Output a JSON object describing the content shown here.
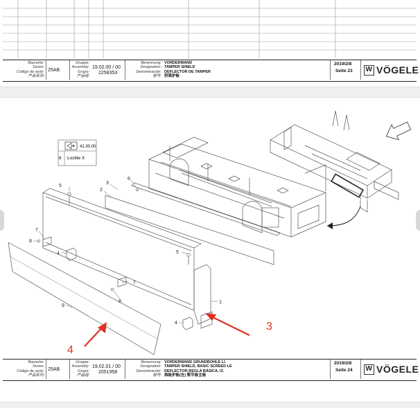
{
  "title_block_top": {
    "labels_left": [
      "Baureihe:",
      "Series:",
      "Código de serie:",
      "产品系列:"
    ],
    "series_value": "25AB",
    "labels_group": [
      "Gruppe:",
      "Assembly:",
      "Grupo:",
      "产品组:"
    ],
    "assembly_value": "19.02.00 / 00",
    "group_value": "2258353",
    "labels_name": [
      "Benennung:",
      "Designation:",
      "Denominación:",
      "部号:"
    ],
    "name_lines": [
      "VORDERWAND",
      "TAMPER SHIELD",
      "DEFLECTOR DE TAMPER",
      "挤梁护板"
    ],
    "date": "2019/2/8",
    "page": "Seite 23",
    "logo_text": "VÖGELE",
    "logo_mark": "W"
  },
  "drawing": {
    "callout_ref": "41.30.00",
    "note_number": "6",
    "note_text": "Loctite X",
    "part_numbers": [
      "1",
      "2",
      "3",
      "4",
      "4",
      "5",
      "5",
      "6",
      "7",
      "7",
      "8",
      "8",
      "9"
    ],
    "annotations": [
      "3",
      "4"
    ]
  },
  "title_block_bottom": {
    "labels_left": [
      "Baureihe:",
      "Series:",
      "Código de serie:",
      "产品系列:"
    ],
    "series_value": "25AB",
    "labels_group": [
      "Gruppe:",
      "Assembly:",
      "Grupo:",
      "产品组:"
    ],
    "assembly_value": "19.02.01 / 00",
    "group_value": "2051958",
    "labels_name": [
      "Benennung:",
      "Designation:",
      "Denominación:",
      "部号:"
    ],
    "name_lines": [
      "VORDERWAND GRUNDBOHLE LI.",
      "TAMPER SHIELD, BASIC SCREED LE",
      "DEFLECTOR:REGLA BÁSICA, IZ.",
      "挡板护板(左) 熨平板主板"
    ],
    "date": "2019/2/8",
    "page": "Seite 24",
    "logo_text": "VÖGELE",
    "logo_mark": "W"
  },
  "colors": {
    "line": "#777777",
    "annotation": "#e0301e",
    "background": "#ffffff"
  }
}
